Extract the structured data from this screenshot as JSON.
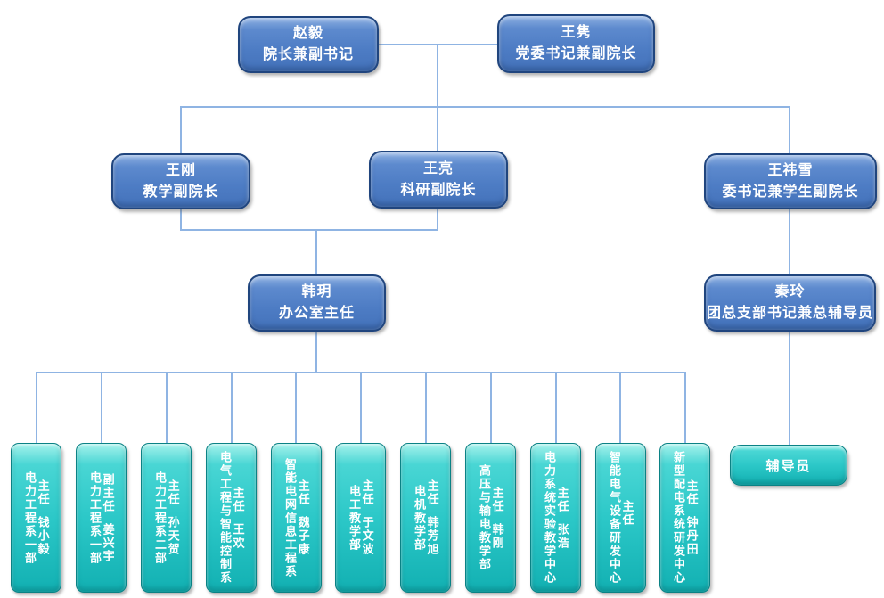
{
  "org": {
    "top": [
      {
        "name": "赵毅",
        "title": "院长兼副书记"
      },
      {
        "name": "王隽",
        "title": "党委书记兼副院长"
      }
    ],
    "vice": [
      {
        "name": "王刚",
        "title": "教学副院长"
      },
      {
        "name": "王亮",
        "title": "科研副院长"
      },
      {
        "name": "王祎雪",
        "title": "委书记兼学生副院长"
      }
    ],
    "mid": [
      {
        "name": "韩玥",
        "title": "办公室主任"
      },
      {
        "name": "秦玲",
        "title": "团总支部书记兼总辅导员"
      }
    ],
    "departments": [
      {
        "dept": "电力工程系一部",
        "title": "主任",
        "name": "钱小毅"
      },
      {
        "dept": "电力工程系一部",
        "title": "副主任",
        "name": "姜兴宇"
      },
      {
        "dept": "电力工程系二部",
        "title": "主任",
        "name": "孙天贺"
      },
      {
        "dept": "电气工程与智能控制系",
        "title": "主任",
        "name": "王欢"
      },
      {
        "dept": "智能电网信息工程系",
        "title": "主任",
        "name": "魏子康"
      },
      {
        "dept": "电工教学部",
        "title": "主任",
        "name": "于文波"
      },
      {
        "dept": "电机教学部",
        "title": "主任",
        "name": "韩芳旭"
      },
      {
        "dept": "高压与输电教学部",
        "title": "主任",
        "name": "韩刚"
      },
      {
        "dept": "电力系统实验教学中心",
        "title": "主任",
        "name": "张浩"
      },
      {
        "dept": "智能电气设备研发中心",
        "title": "主任",
        "name": ""
      },
      {
        "dept": "新型配电系统研发中心",
        "title": "主任",
        "name": "钟丹田"
      }
    ],
    "counselor_label": "辅导员",
    "colors": {
      "node_blue": "#4d7cc4",
      "node_teal": "#2cc8c8",
      "connector": "#8fb4e3",
      "text": "#ffffff"
    }
  }
}
